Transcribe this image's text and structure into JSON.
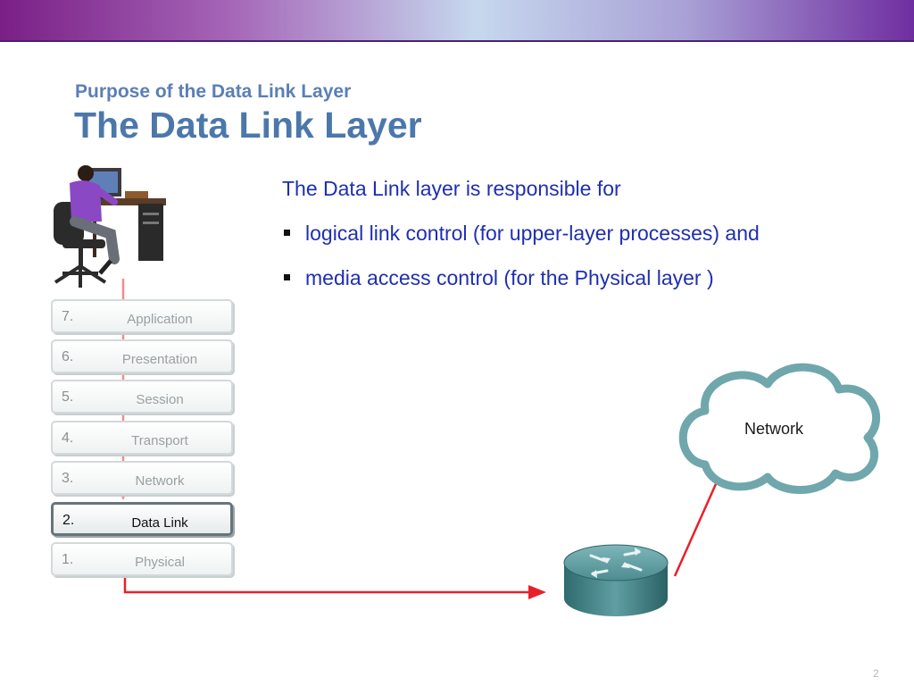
{
  "header": {
    "subtitle": "Purpose of the Data Link Layer",
    "title": "The Data Link Layer"
  },
  "content": {
    "intro": "The Data Link layer is responsible for",
    "bullets": [
      "logical link control (for upper-layer processes) and",
      "media access control (for the Physical layer )"
    ]
  },
  "osi_layers": [
    {
      "number": "7.",
      "name": "Application"
    },
    {
      "number": "6.",
      "name": "Presentation"
    },
    {
      "number": "5.",
      "name": "Session"
    },
    {
      "number": "4.",
      "name": "Transport"
    },
    {
      "number": "3.",
      "name": "Network"
    },
    {
      "number": "2.",
      "name": "Data Link"
    },
    {
      "number": "1.",
      "name": "Physical"
    }
  ],
  "highlighted_layer": "Data Link",
  "network": {
    "label": "Network"
  },
  "footer": {
    "page_number": "2"
  },
  "colors": {
    "title": "#4c77ab",
    "body_text": "#1f2fb0",
    "arrow_light": "#f28a8a",
    "arrow": "#e8202a",
    "cloud": "#6fa7ac",
    "router": "#3f7f82"
  },
  "icons": [
    "user-at-workstation-icon",
    "router-icon",
    "network-cloud-icon"
  ]
}
